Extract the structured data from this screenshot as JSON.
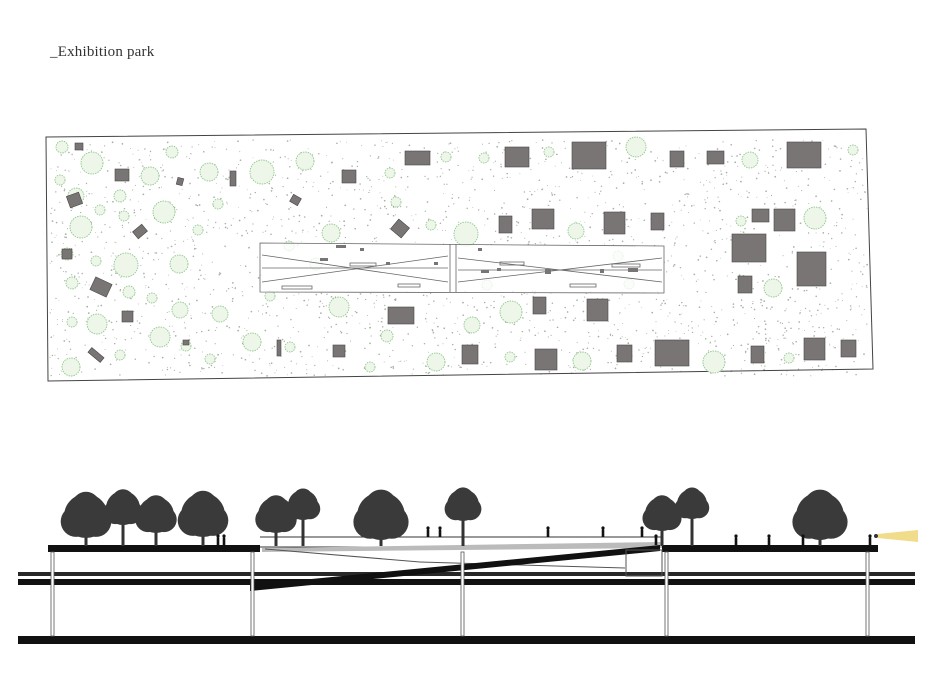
{
  "title": "_Exhibition park",
  "colors": {
    "outline": "#444444",
    "pavilion": "#7a7575",
    "pavilion_stroke": "#4a4646",
    "tree_fill": "#eef6ea",
    "tree_stroke": "#8ec88a",
    "speckle": "#a9b0a4",
    "section_black": "#111111",
    "light_beam": "#f0dc8a"
  },
  "icons": {
    "pavilion": "square-block",
    "tree_plan": "circle-canopy",
    "tree_section": "tree-silhouette",
    "person": "person-silhouette",
    "light": "lamp-beam"
  }
}
